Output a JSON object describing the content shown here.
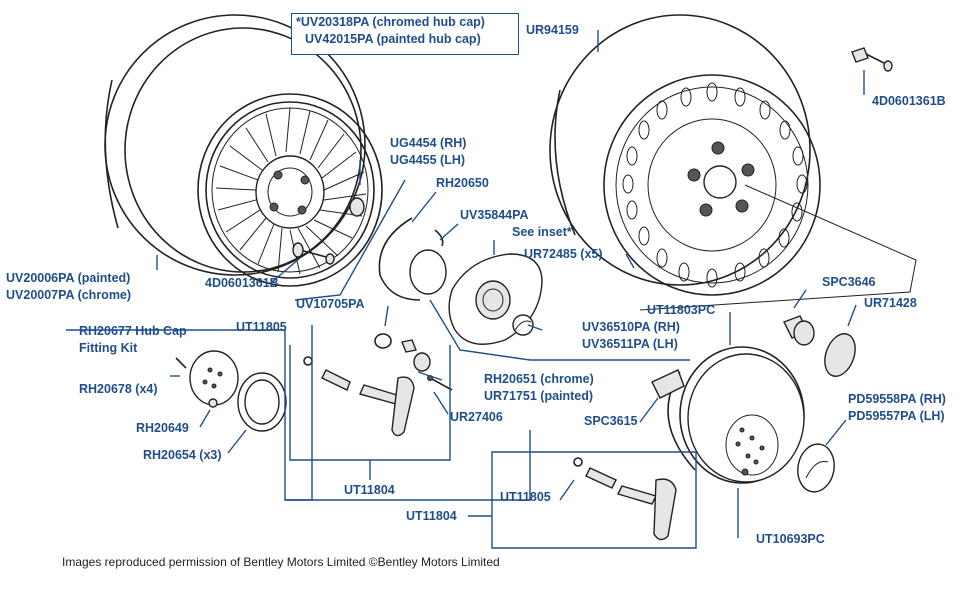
{
  "labels": {
    "hubcap_chromed": "*UV20318PA (chromed hub cap)",
    "hubcap_painted": "UV42015PA (painted hub cap)",
    "ur94159": "UR94159",
    "d4_right": "4D0601361B",
    "ug4454": "UG4454 (RH)",
    "ug4455": "UG4455 (LH)",
    "rh20650": "RH20650",
    "uv35844": "UV35844PA",
    "see_inset": "See inset*",
    "ur72485": "UR72485 (x5)",
    "uv20006": "UV20006PA (painted)",
    "uv20007": "UV20007PA (chrome)",
    "d4_left": "4D0601361B",
    "uv10705": "UV10705PA",
    "ut11803": "UT11803PC",
    "spc3646": "SPC3646",
    "ur71428": "UR71428",
    "rh20677": "RH20677 Hub Cap",
    "fitting_kit": "Fitting Kit",
    "ut11805_a": "UT11805",
    "uv36510": "UV36510PA (RH)",
    "uv36511": "UV36511PA (LH)",
    "rh20678": "RH20678 (x4)",
    "rh20651": "RH20651 (chrome)",
    "ur71751": "UR71751 (painted)",
    "pd59558": "PD59558PA (RH)",
    "pd59557": "PD59557PA (LH)",
    "rh20649": "RH20649",
    "ur27406": "UR27406",
    "spc3615": "SPC3615",
    "rh20654": "RH20654 (x3)",
    "ut11804_a": "UT11804",
    "ut11805_b": "UT11805",
    "ut11804_b": "UT11804",
    "ut10693": "UT10693PC"
  },
  "footer": "Images reproduced permission of Bentley Motors Limited ©Bentley Motors Limited",
  "colors": {
    "label": "#1f4e8c",
    "line": "#222222"
  }
}
